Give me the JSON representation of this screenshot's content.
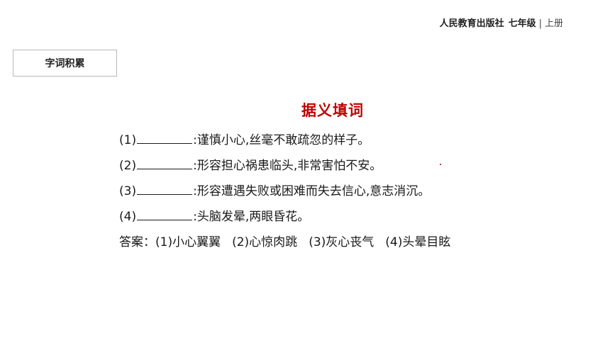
{
  "header": {
    "publisher": "人民教育出版社",
    "grade": "七年级",
    "separator": "|",
    "volume": "上册"
  },
  "section_tag": "字词积累",
  "title": "据义填词",
  "questions": [
    {
      "number": "(1)",
      "definition": ":谨慎小心,丝毫不敢疏忽的样子。"
    },
    {
      "number": "(2)",
      "definition": ":形容担心祸患临头,非常害怕不安。"
    },
    {
      "number": "(3)",
      "definition": ":形容遭遇失败或困难而失去信心,意志消沉。"
    },
    {
      "number": "(4)",
      "definition": ":头脑发晕,两眼昏花。"
    }
  ],
  "answer": {
    "label": "答案：",
    "items": [
      "(1)小心翼翼",
      "(2)心惊肉跳",
      "(3)灰心丧气",
      "(4)头晕目眩"
    ]
  }
}
